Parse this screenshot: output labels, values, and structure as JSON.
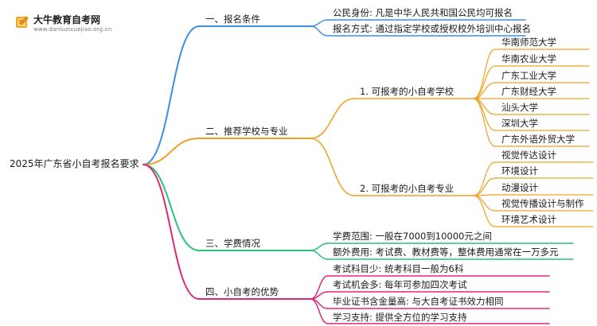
{
  "logo": {
    "title": "大牛教育自考网",
    "subtitle": "www.daniuzixuejiao.org.cn"
  },
  "root": "2025年广东省小自考报名要求",
  "colors": {
    "blue": "#3b8fe0",
    "orange": "#f0a020",
    "green": "#2cc07a",
    "magenta": "#e0287a"
  },
  "branches": [
    {
      "label": "一、报名条件",
      "items": [
        "公民身份: 凡是中华人民共和国公民均可报名",
        "报名方式: 通过指定学校或授权校外培训中心报名"
      ]
    },
    {
      "label": "二、推荐学校与专业",
      "groups": [
        {
          "label": "1. 可报考的小自考学校",
          "items": [
            "华南师范大学",
            "华南农业大学",
            "广东工业大学",
            "广东财经大学",
            "汕头大学",
            "深圳大学",
            "广东外语外贸大学"
          ]
        },
        {
          "label": "2. 可报考的小自考专业",
          "items": [
            "视觉传达设计",
            "环境设计",
            "动漫设计",
            "视觉传播设计与制作",
            "环境艺术设计"
          ]
        }
      ]
    },
    {
      "label": "三、学费情况",
      "items": [
        "学费范围: 一般在7000到10000元之间",
        "额外费用: 考试费、教材费等，整体费用通常在一万多元"
      ]
    },
    {
      "label": "四、小自考的优势",
      "items": [
        "考试科目少: 统考科目一般为6科",
        "考试机会多: 每年可参加四次考试",
        "毕业证书含金量高: 与大自考证书效力相同",
        "学习支持: 提供全方位的学习支持"
      ]
    }
  ]
}
